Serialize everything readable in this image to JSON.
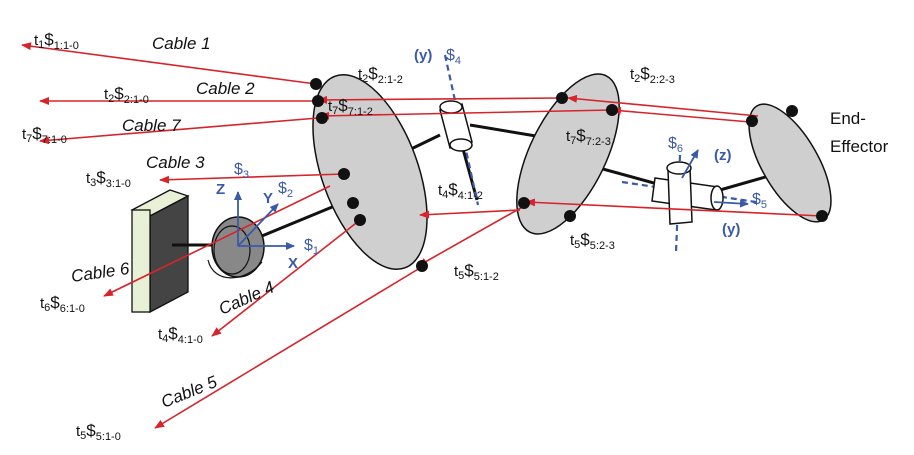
{
  "cables": {
    "c1": "Cable 1",
    "c2": "Cable 2",
    "c7": "Cable 7",
    "c3": "Cable 3",
    "c6": "Cable 6",
    "c4": "Cable 4",
    "c5": "Cable 5"
  },
  "screws": {
    "s1_1_0": {
      "t": "t",
      "tsub": "1",
      "sub": "1:1-0"
    },
    "s2_1_0": {
      "t": "t",
      "tsub": "2",
      "sub": "2:1-0"
    },
    "s7_1_0": {
      "t": "t",
      "tsub": "7",
      "sub": "7:1-0"
    },
    "s3_1_0": {
      "t": "t",
      "tsub": "3",
      "sub": "3:1-0"
    },
    "s6_1_0": {
      "t": "t",
      "tsub": "6",
      "sub": "6:1-0"
    },
    "s4_1_0": {
      "t": "t",
      "tsub": "4",
      "sub": "4:1-0"
    },
    "s5_1_0": {
      "t": "t",
      "tsub": "5",
      "sub": "5:1-0"
    },
    "s2_1_2": {
      "t": "t",
      "tsub": "2",
      "sub": "2:1-2"
    },
    "s7_1_2": {
      "t": "t",
      "tsub": "7",
      "sub": "7:1-2"
    },
    "s4_1_2": {
      "t": "t",
      "tsub": "4",
      "sub": "4:1-2"
    },
    "s5_1_2": {
      "t": "t",
      "tsub": "5",
      "sub": "5:1-2"
    },
    "s2_2_3": {
      "t": "t",
      "tsub": "2",
      "sub": "2:2-3"
    },
    "s7_2_3": {
      "t": "t",
      "tsub": "7",
      "sub": "7:2-3"
    },
    "s5_2_3": {
      "t": "t",
      "tsub": "5",
      "sub": "5:2-3"
    }
  },
  "joint_axes": {
    "z": "Z",
    "y": "Y",
    "x": "X",
    "s1": "1",
    "s2": "2",
    "s3": "3",
    "s4": "4",
    "s5": "5",
    "s6": "6",
    "y4": "(y)",
    "z6": "(z)",
    "y5": "(y)"
  },
  "end_effector": {
    "line1": "End-",
    "line2": "Effector"
  },
  "colors": {
    "cable": "#d8232a",
    "axis": "#3a5aa8",
    "disk": "#cfcfcf"
  }
}
